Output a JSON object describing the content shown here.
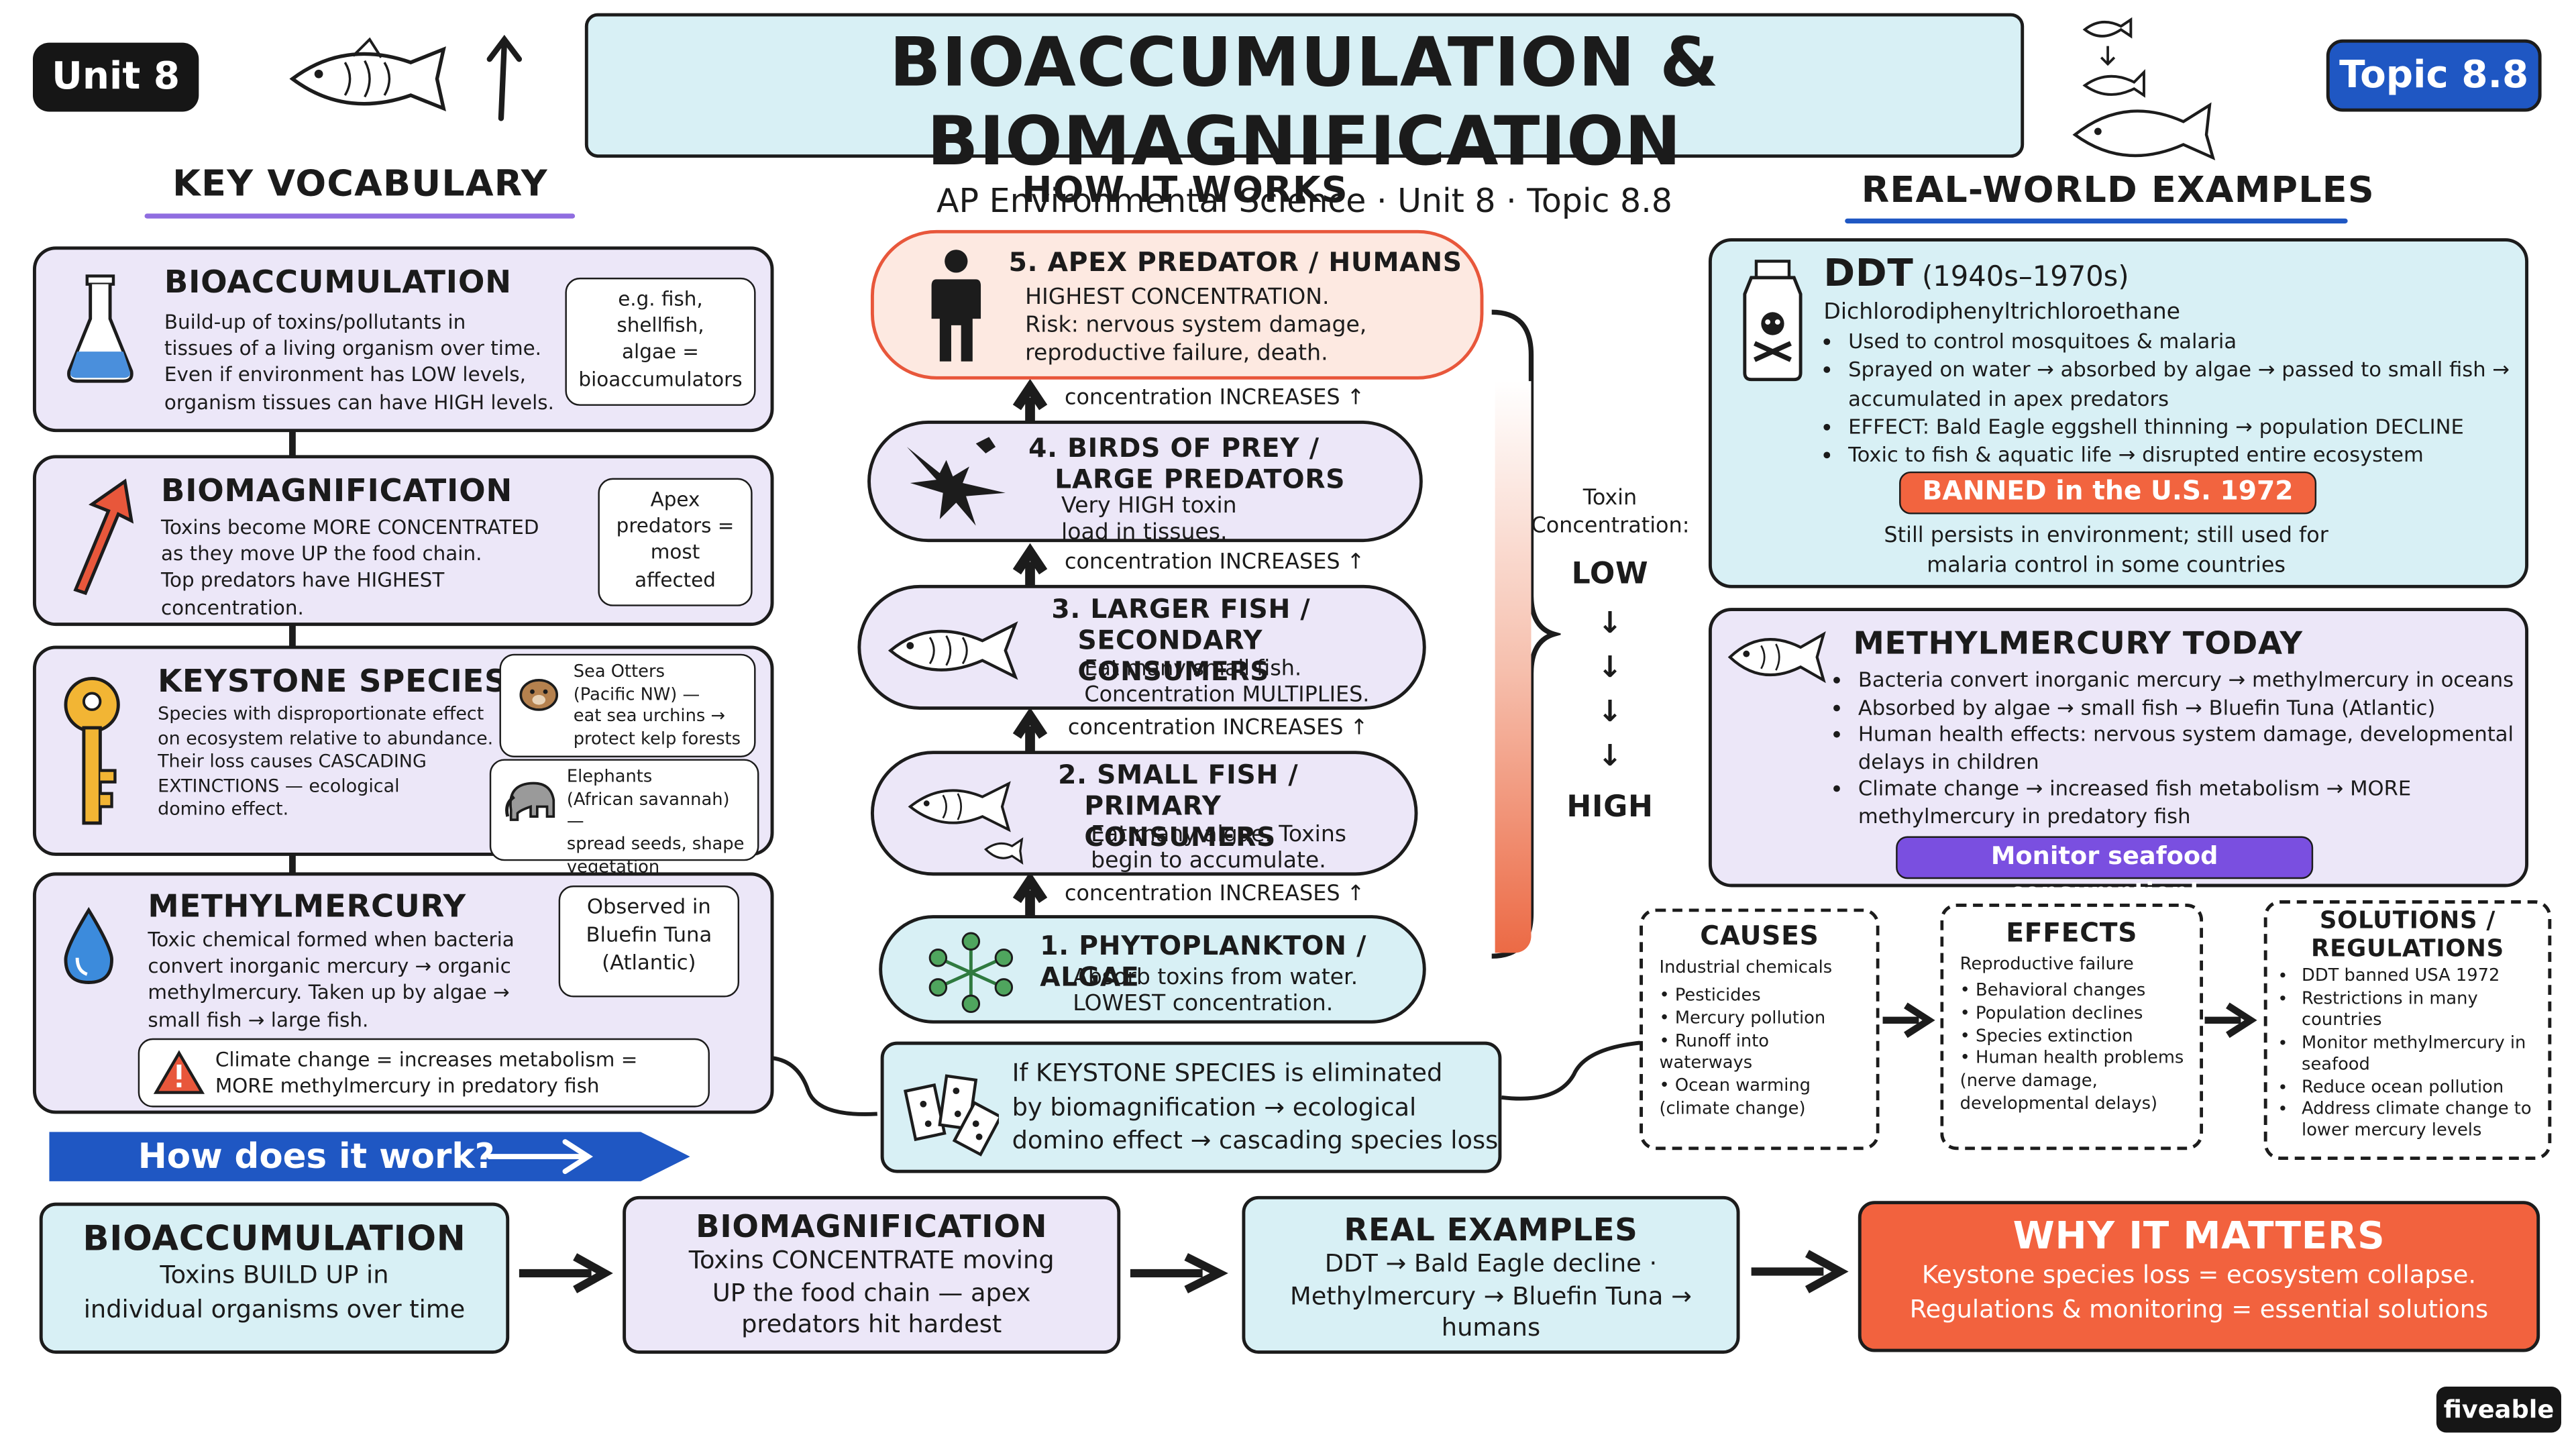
{
  "header": {
    "unit_badge": "Unit 8",
    "topic_badge": "Topic 8.8",
    "title": "BIOACCUMULATION & BIOMAGNIFICATION",
    "subtitle": "AP Environmental Science · Unit 8 · Topic 8.8"
  },
  "sections": {
    "vocab": "KEY VOCABULARY",
    "how": "HOW IT WORKS",
    "examples": "REAL-WORLD EXAMPLES"
  },
  "vocab": {
    "bioaccumulation": {
      "title": "BIOACCUMULATION",
      "lines": [
        "Build-up of toxins/pollutants in",
        "tissues of a living organism over time.",
        "Even if environment has LOW levels,",
        "organism tissues can have HIGH levels."
      ],
      "note": [
        "e.g. fish,",
        "shellfish,",
        "algae =",
        "bioaccumulators"
      ]
    },
    "biomagnification": {
      "title": "BIOMAGNIFICATION",
      "lines": [
        "Toxins become MORE CONCENTRATED",
        "as they move UP the food chain.",
        "Top predators have HIGHEST",
        "concentration."
      ],
      "note": [
        "Apex",
        "predators =",
        "most",
        "affected"
      ]
    },
    "keystone": {
      "title": "KEYSTONE SPECIES",
      "lines": [
        "Species with disproportionate effect",
        "on ecosystem relative to abundance.",
        "Their loss causes CASCADING",
        "EXTINCTIONS — ecological",
        "domino effect."
      ],
      "otters": [
        "Sea Otters",
        "(Pacific NW) —",
        "eat sea urchins →",
        "protect kelp forests"
      ],
      "elephants": [
        "Elephants",
        "(African savannah) —",
        "spread seeds, shape",
        "vegetation"
      ]
    },
    "methylmercury": {
      "title": "METHYLMERCURY",
      "lines": [
        "Toxic chemical formed when bacteria",
        "convert inorganic mercury → organic",
        "methylmercury. Taken up by algae →",
        "small fish → large fish."
      ],
      "note": [
        "Observed in",
        "Bluefin Tuna",
        "(Atlantic)"
      ],
      "warning": [
        "Climate change = increases metabolism =",
        "MORE methylmercury in predatory fish"
      ]
    }
  },
  "how_button": "How does it work?",
  "chain": {
    "levels": [
      {
        "title": [
          "5. APEX PREDATOR / HUMANS"
        ],
        "body": [
          "HIGHEST CONCENTRATION.",
          "Risk: nervous system damage,",
          "reproductive failure, death."
        ]
      },
      {
        "title": [
          "4. BIRDS OF PREY /",
          "LARGE PREDATORS"
        ],
        "body": [
          "Very HIGH toxin",
          "load in tissues."
        ]
      },
      {
        "title": [
          "3. LARGER FISH /",
          "SECONDARY CONSUMERS"
        ],
        "body": [
          "Eat many small fish.",
          "Concentration MULTIPLIES."
        ]
      },
      {
        "title": [
          "2. SMALL FISH /",
          "PRIMARY CONSUMERS"
        ],
        "body": [
          "Eat many algae. Toxins",
          "begin to accumulate."
        ]
      },
      {
        "title": [
          "1. PHYTOPLANKTON / ALGAE"
        ],
        "body": [
          "Absorb toxins from water.",
          "LOWEST concentration."
        ]
      }
    ],
    "increase_label": "concentration INCREASES ↑",
    "axis_title": [
      "Toxin",
      "Concentration:"
    ],
    "axis_low": "LOW",
    "axis_high": "HIGH",
    "arrow_glyph": "↓",
    "keystone_box": [
      "If KEYSTONE SPECIES is eliminated",
      "by biomagnification → ecological",
      "domino effect → cascading species loss"
    ]
  },
  "ddt": {
    "title": "DDT",
    "years": "(1940s–1970s)",
    "full_name": "Dichlorodiphenyltrichloroethane",
    "bullets": [
      "Used to control mosquitoes & malaria",
      "Sprayed on water → absorbed by algae → passed to small fish → accumulated in apex predators",
      "EFFECT: Bald Eagle eggshell thinning → population DECLINE",
      "Toxic to fish & aquatic life → disrupted entire ecosystem"
    ],
    "banned": "BANNED in the U.S. 1972",
    "persist": [
      "Still persists in environment; still used for",
      "malaria control in some countries"
    ]
  },
  "methyl_today": {
    "title": "METHYLMERCURY TODAY",
    "bullets": [
      "Bacteria convert inorganic mercury → methylmercury in oceans",
      "Absorbed by algae → small fish → Bluefin Tuna (Atlantic)",
      "Human health effects: nervous system damage, developmental delays in children",
      "Climate change → increased fish metabolism → MORE methylmercury in predatory fish"
    ],
    "button": "Monitor seafood consumption!"
  },
  "causes": {
    "title": "CAUSES",
    "items": [
      "Industrial chemicals",
      "Pesticides",
      "Mercury pollution",
      "Runoff into waterways",
      "Ocean warming (climate change)"
    ]
  },
  "effects": {
    "title": "EFFECTS",
    "items": [
      "Reproductive failure",
      "Behavioral changes",
      "Population declines",
      "Species extinction",
      "Human health problems (nerve damage, developmental delays)"
    ]
  },
  "solutions": {
    "title": [
      "SOLUTIONS /",
      "REGULATIONS"
    ],
    "items": [
      "DDT banned USA 1972",
      "Restrictions in many countries",
      "Monitor methylmercury in seafood",
      "Reduce ocean pollution",
      "Address climate change to lower mercury levels"
    ]
  },
  "summary": [
    {
      "title": "BIOACCUMULATION",
      "body": [
        "Toxins BUILD UP in",
        "individual organisms over time"
      ]
    },
    {
      "title": "BIOMAGNIFICATION",
      "body": [
        "Toxins CONCENTRATE moving",
        "UP the food chain — apex",
        "predators hit hardest"
      ]
    },
    {
      "title": "REAL EXAMPLES",
      "body": [
        "DDT → Bald Eagle decline ·",
        "Methylmercury → Bluefin Tuna →",
        "humans"
      ]
    },
    {
      "title": "WHY IT MATTERS",
      "body": [
        "Keystone species loss = ecosystem collapse.",
        "Regulations & monitoring = essential solutions"
      ]
    }
  ],
  "brand": "fiveable",
  "colors": {
    "lavender": "#ece7f8",
    "cyan": "#d8f0f5",
    "apex_border": "#e8573b",
    "banned": "#f2643f",
    "monitor": "#7a4fe0",
    "topic_badge": "#1f57c3",
    "how_arrow": "#1f57c3",
    "why_matters": "#f2623e"
  }
}
